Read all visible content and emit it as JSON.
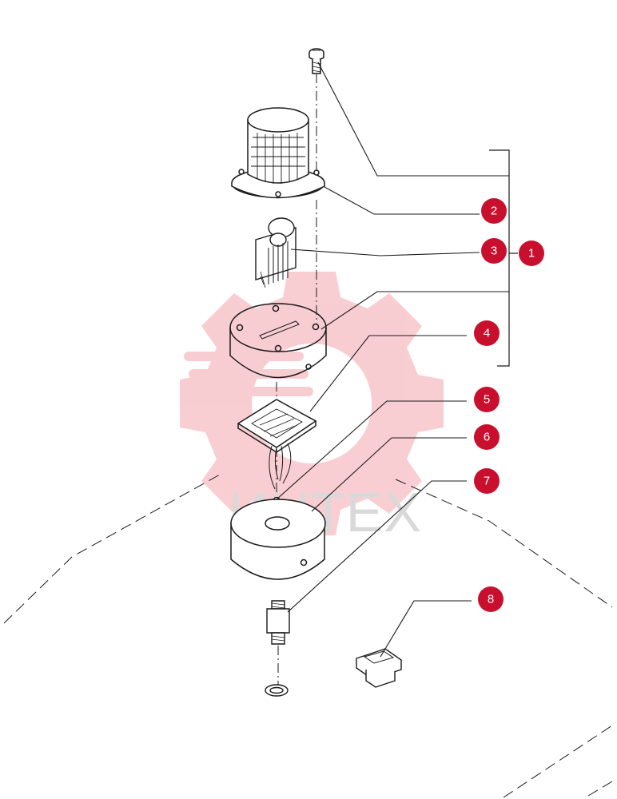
{
  "watermark": {
    "text": "ИНТЕХ"
  },
  "colors": {
    "badge": "#c8102e",
    "line": "#1a1a1a",
    "watermark": "#f2b3b8"
  },
  "callouts": [
    {
      "id": "1",
      "label": "1"
    },
    {
      "id": "2",
      "label": "2"
    },
    {
      "id": "3",
      "label": "3"
    },
    {
      "id": "4",
      "label": "4"
    },
    {
      "id": "5",
      "label": "5"
    },
    {
      "id": "6",
      "label": "6"
    },
    {
      "id": "7",
      "label": "7"
    },
    {
      "id": "8",
      "label": "8"
    }
  ]
}
